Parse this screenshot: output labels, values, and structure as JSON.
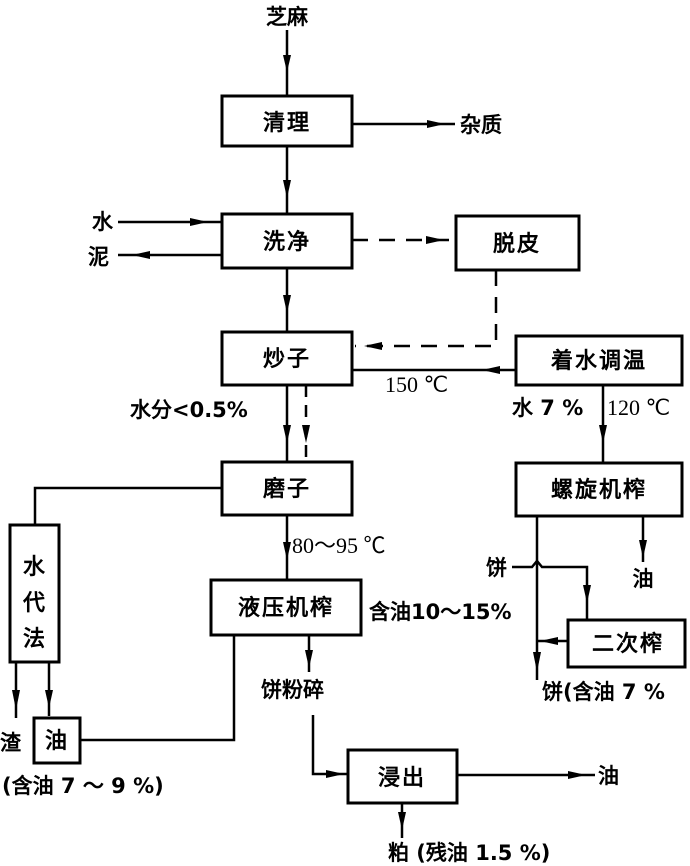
{
  "title_input": "芝麻",
  "nodes": {
    "cleaning": "清理",
    "washing": "洗净",
    "dehulling": "脱皮",
    "roasting": "炒子",
    "water_conditioning": "着水调温",
    "grinding": "磨子",
    "screw_press": "螺旋机榨",
    "water_method": [
      "水",
      "代",
      "法"
    ],
    "hydraulic_press": "液压机榨",
    "second_press": "二次榨",
    "oil_small": "油",
    "extraction": "浸出"
  },
  "labels": {
    "impurities": "杂质",
    "water_in": "水",
    "mud_out": "泥",
    "roast_temp": "150 ℃",
    "moisture": "水分<0.5%",
    "water_pct": "水 7 %",
    "cond_temp": "120 ℃",
    "grind_temp": "80～95 ℃",
    "press_oil_content": "含油10～15%",
    "cake_top": "饼",
    "screw_oil": "油",
    "cake_bottom": "饼(含油 7 %",
    "cake_crush": "饼粉碎",
    "residue": "渣",
    "water_method_oil_content": "(含油 7 ～ 9 %)",
    "extraction_oil": "油",
    "meal": "粕 (残油  1.5 %)"
  }
}
